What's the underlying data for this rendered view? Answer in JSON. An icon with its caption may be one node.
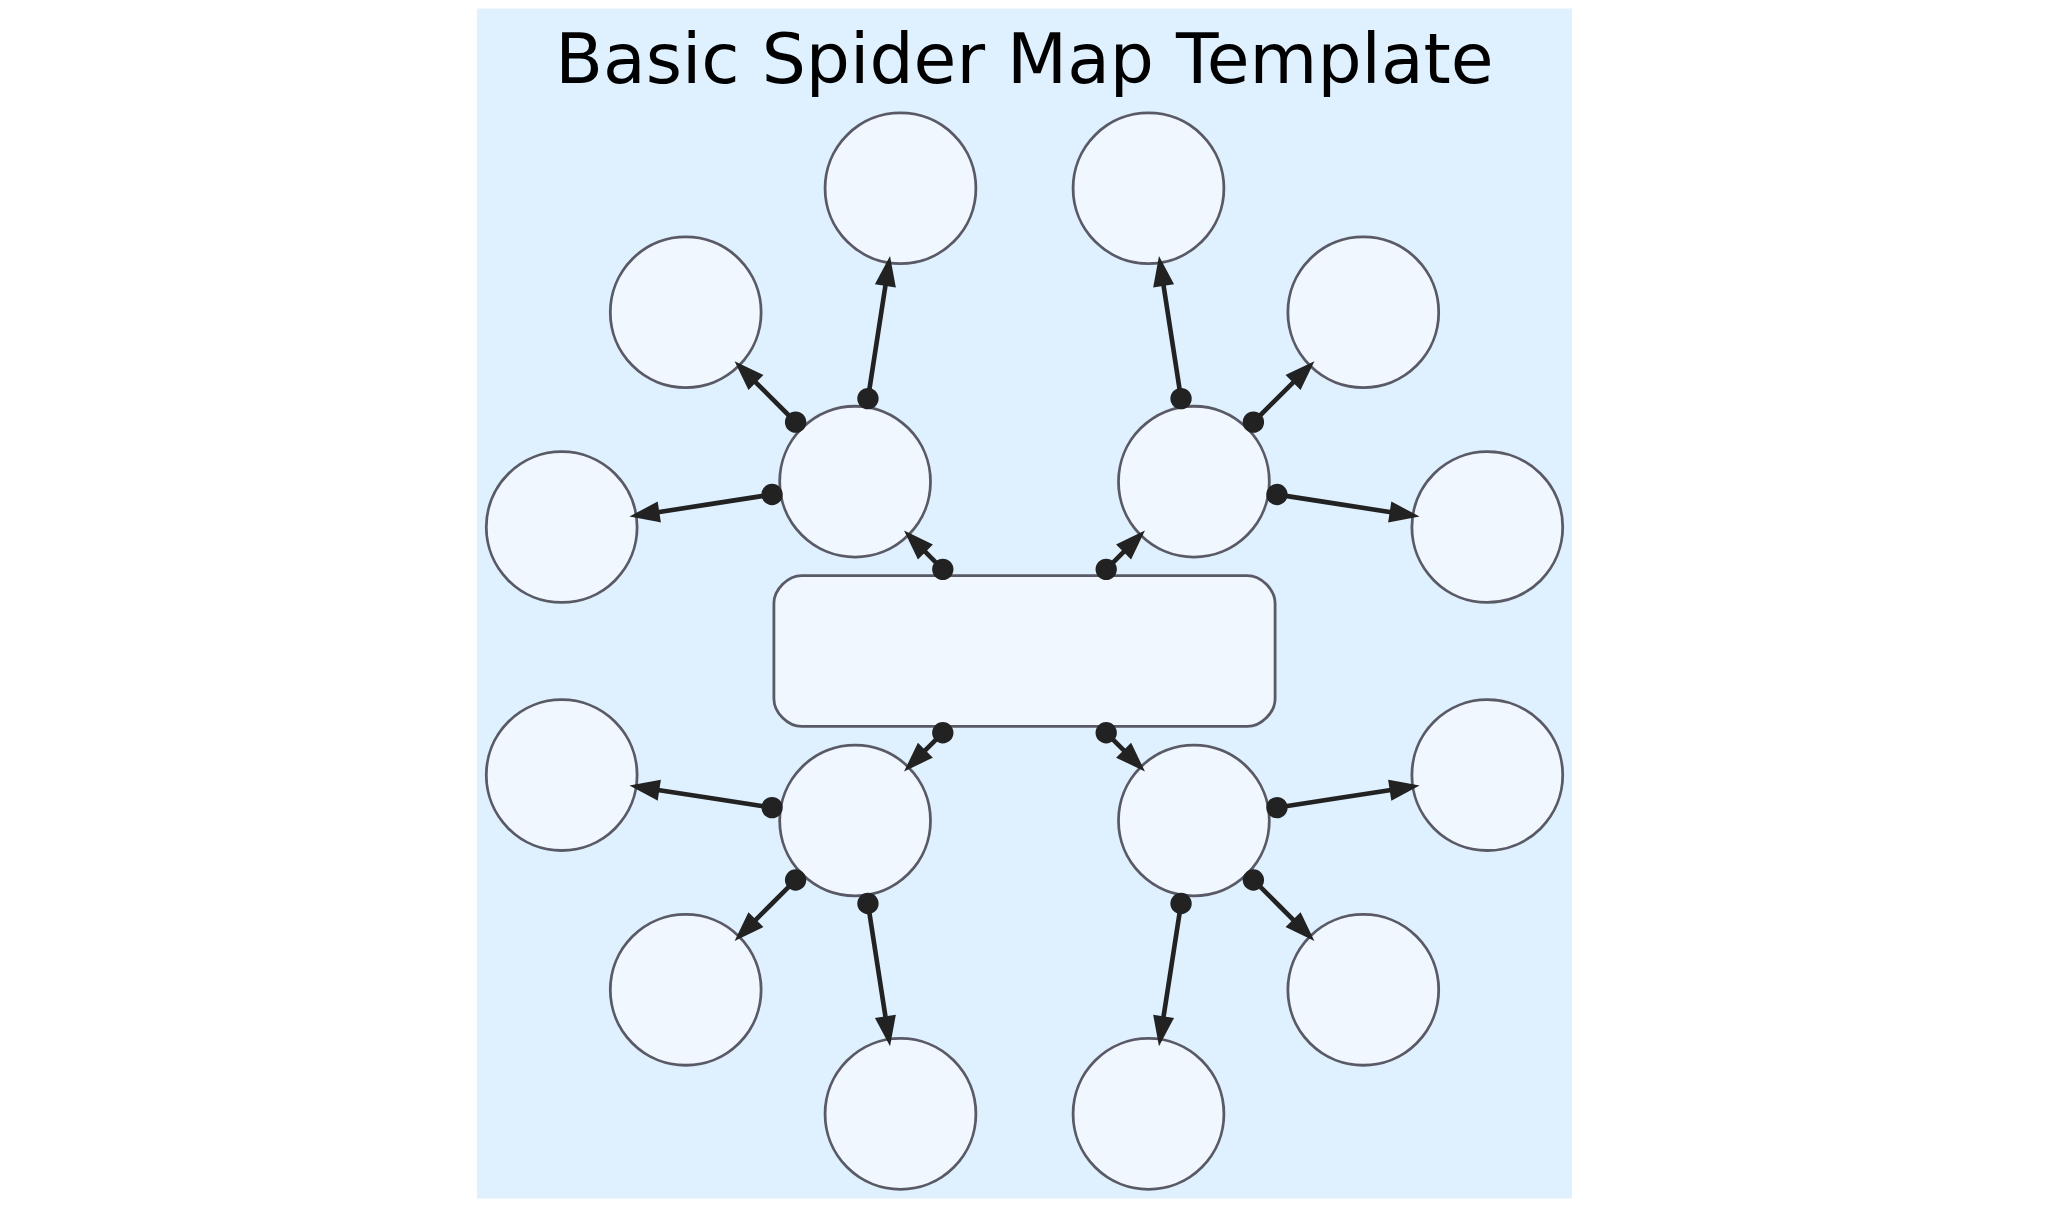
{
  "diagram": {
    "title": "Basic Spider Map Template",
    "nodes": [
      {
        "text": [],
        "shape": "circle"
      },
      {
        "text": [],
        "shape": "circle"
      },
      {
        "text": [],
        "shape": "circle"
      },
      {
        "text": [],
        "shape": "circle"
      },
      {
        "text": [],
        "shape": "circle"
      },
      {
        "text": [],
        "shape": "circle"
      },
      {
        "text": [],
        "shape": "circle"
      },
      {
        "text": [],
        "shape": "circle"
      },
      {
        "text": [],
        "shape": "box"
      },
      {
        "text": [],
        "shape": "circle"
      },
      {
        "text": [],
        "shape": "circle"
      },
      {
        "text": [],
        "shape": "circle"
      },
      {
        "text": [],
        "shape": "circle"
      },
      {
        "text": [],
        "shape": "circle"
      },
      {
        "text": [],
        "shape": "circle"
      },
      {
        "text": [],
        "shape": "circle"
      },
      {
        "text": [],
        "shape": "circle"
      }
    ],
    "edges": [
      {
        "from": 8,
        "to": 3,
        "arrow": "to"
      },
      {
        "from": 8,
        "to": 7,
        "arrow": "to"
      },
      {
        "from": 8,
        "to": 9,
        "arrow": "to"
      },
      {
        "from": 8,
        "to": 13,
        "arrow": "to"
      },
      {
        "from": 3,
        "to": 0,
        "arrow": "to"
      },
      {
        "from": 3,
        "to": 2,
        "arrow": "to"
      },
      {
        "from": 3,
        "to": 4,
        "arrow": "to"
      },
      {
        "from": 7,
        "to": 1,
        "arrow": "to"
      },
      {
        "from": 7,
        "to": 6,
        "arrow": "to"
      },
      {
        "from": 7,
        "to": 11,
        "arrow": "to"
      },
      {
        "from": 9,
        "to": 5,
        "arrow": "to"
      },
      {
        "from": 9,
        "to": 10,
        "arrow": "to"
      },
      {
        "from": 9,
        "to": 15,
        "arrow": "to"
      },
      {
        "from": 13,
        "to": 12,
        "arrow": "to"
      },
      {
        "from": 13,
        "to": 14,
        "arrow": "to"
      },
      {
        "from": 13,
        "to": 16,
        "arrow": "to"
      }
    ]
  }
}
